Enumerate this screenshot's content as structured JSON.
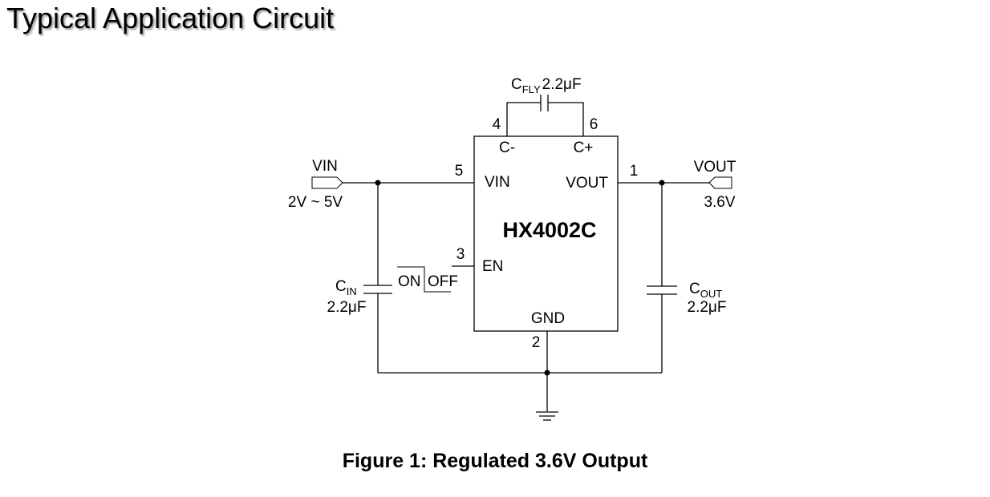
{
  "page_title": "Typical Application Circuit",
  "figure_caption": "Figure 1: Regulated 3.6V Output",
  "chip": {
    "name": "HX4002C",
    "pins": {
      "c_minus": {
        "number": "4",
        "label": "C-"
      },
      "c_plus": {
        "number": "6",
        "label": "C+"
      },
      "vin": {
        "number": "5",
        "label": "VIN"
      },
      "vout": {
        "number": "1",
        "label": "VOUT"
      },
      "en": {
        "number": "3",
        "label": "EN"
      },
      "gnd": {
        "number": "2",
        "label": "GND"
      }
    }
  },
  "input": {
    "label": "VIN",
    "range": "2V ~ 5V"
  },
  "output": {
    "label": "VOUT",
    "value": "3.6V"
  },
  "capacitors": {
    "cfly": {
      "main": "C",
      "sub": "FLY",
      "value": "2.2μF"
    },
    "cin": {
      "main": "C",
      "sub": "IN",
      "value": "2.2μF"
    },
    "cout": {
      "main": "C",
      "sub": "OUT",
      "value": "2.2μF"
    }
  },
  "switch": {
    "on": "ON",
    "off": "OFF"
  }
}
